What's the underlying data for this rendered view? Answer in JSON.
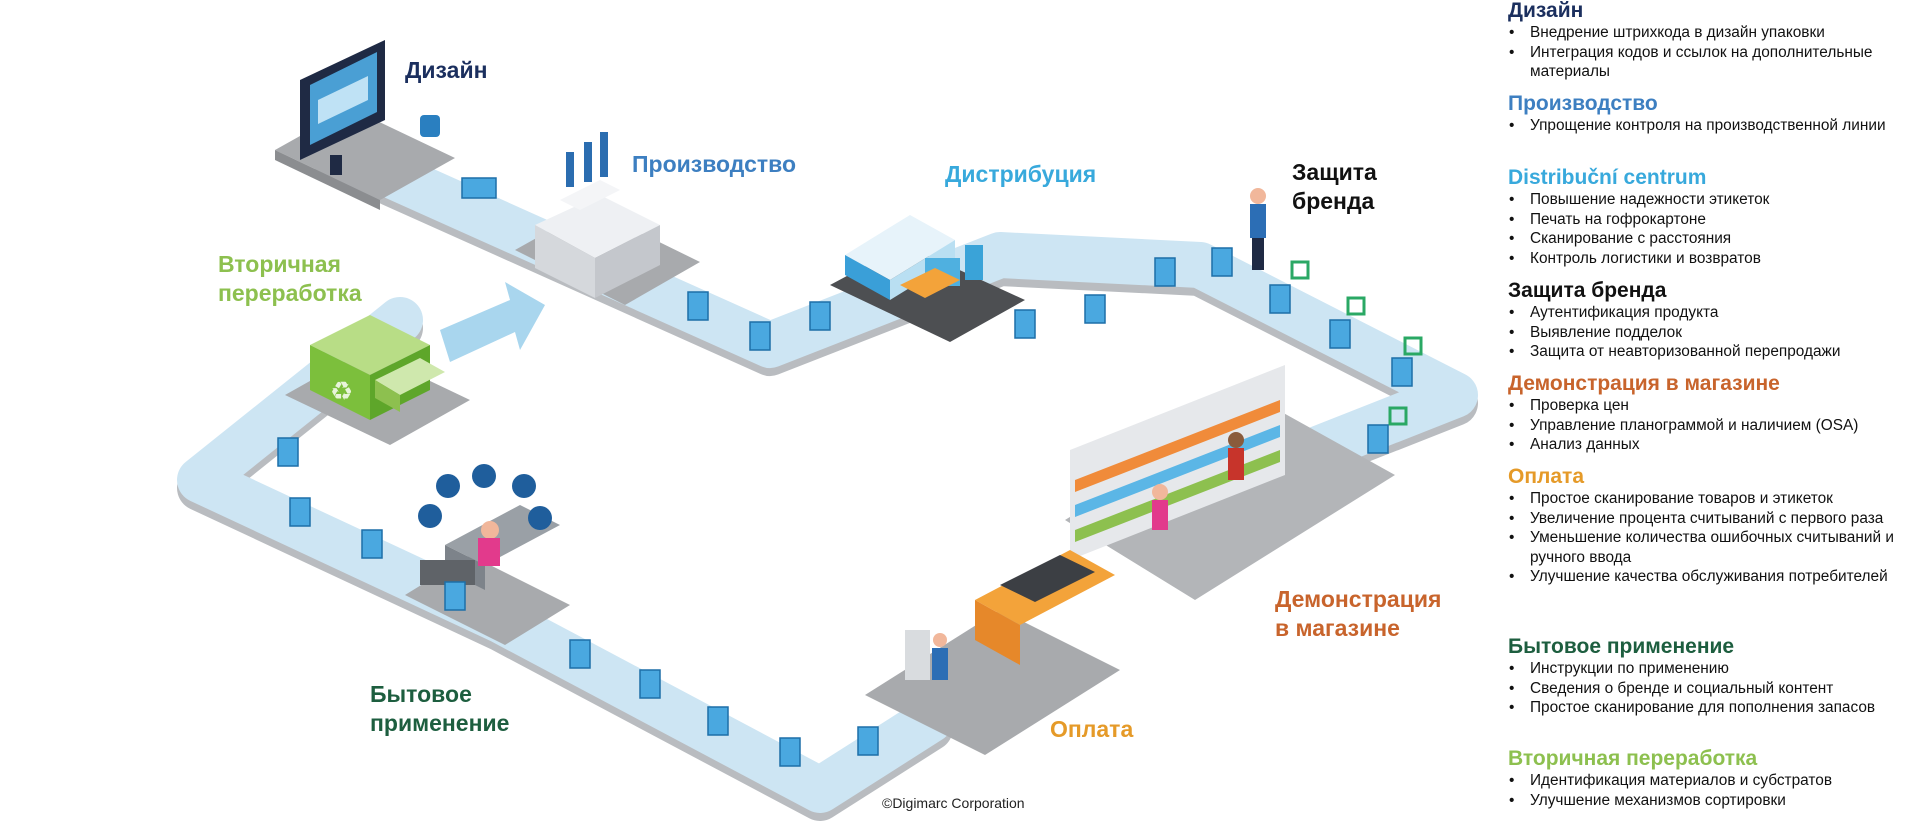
{
  "diagram": {
    "stages": [
      {
        "key": "design",
        "label": "Дизайн",
        "color": "#1b2f5e"
      },
      {
        "key": "production",
        "label": "Производство",
        "color": "#3d7fc1"
      },
      {
        "key": "distribution",
        "label": "Дистрибуция",
        "color": "#38a9dc"
      },
      {
        "key": "brand",
        "label": "Защита\nбренда",
        "color": "#111111"
      },
      {
        "key": "recycle",
        "label": "Вторичная\nпереработка",
        "color": "#8dc04f"
      },
      {
        "key": "store",
        "label": "Демонстрация\nв магазине",
        "color": "#c8642c"
      },
      {
        "key": "checkout",
        "label": "Оплата",
        "color": "#e59a28"
      },
      {
        "key": "home",
        "label": "Бытовое\nприменение",
        "color": "#1d5e3f"
      }
    ],
    "copyright": "©Digimarc Corporation"
  },
  "legend": [
    {
      "title": "Дизайн",
      "color": "#1b2f5e",
      "items": [
        "Внедрение штрихкода в дизайн упаковки",
        "Интеграция кодов и ссылок на дополнительные материалы"
      ]
    },
    {
      "title": "Производство",
      "color": "#3d7fc1",
      "items": [
        "Упрощение контроля на производственной линии"
      ]
    },
    {
      "title": "Distribuční centrum",
      "color": "#38a9dc",
      "items": [
        "Повышение надежности этикеток",
        "Печать на гофрокартоне",
        "Сканирование с расстояния",
        "Контроль логистики и возвратов"
      ]
    },
    {
      "title": "Защита бренда",
      "color": "#111111",
      "items": [
        "Аутентификация продукта",
        "Выявление подделок",
        "Защита от неавторизованной перепродажи"
      ]
    },
    {
      "title": "Демонстрация в магазине",
      "color": "#c8642c",
      "items": [
        "Проверка цен",
        "Управление планограммой и наличием (OSA)",
        "Анализ данных"
      ]
    },
    {
      "title": "Оплата",
      "color": "#e59a28",
      "items": [
        "Простое сканирование товаров и этикеток",
        "Увеличение процента считываний с первого раза",
        "Уменьшение количества ошибочных считываний и ручного ввода",
        "Улучшение качества обслуживания потребителей"
      ]
    },
    {
      "title": "Бытовое применение",
      "color": "#1d5e3f",
      "items": [
        "Инструкции по применению",
        "Сведения о бренде и социальный контент",
        "Простое сканирование для пополнения запасов"
      ]
    },
    {
      "title": "Вторичная переработка",
      "color": "#8dc04f",
      "items": [
        "Идентификация материалов и субстратов",
        "Улучшение механизмов сортировки"
      ]
    }
  ]
}
